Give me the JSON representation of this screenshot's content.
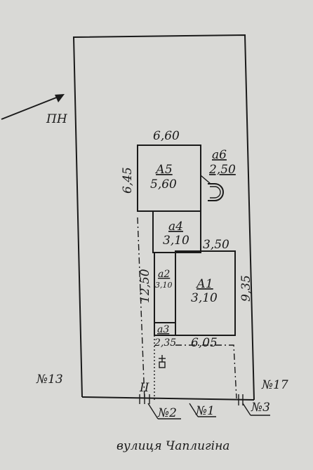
{
  "north_label": "ПН",
  "street_name": "вулиця Чаплигіна",
  "neighbors": {
    "left": "№13",
    "right": "№17",
    "bottom_a": "№2",
    "bottom_b": "№1",
    "bottom_c": "№3"
  },
  "gate_label": "II",
  "buildings": {
    "A5": {
      "name": "А5",
      "value": "5,60",
      "width": "6,60",
      "height": "6,45"
    },
    "a6": {
      "name": "а6",
      "value": "2,50"
    },
    "a4": {
      "name": "а4",
      "value": "3,10"
    },
    "a2": {
      "name": "а2",
      "value": "3,10"
    },
    "a3": {
      "name": "а3"
    },
    "A1": {
      "name": "А1",
      "value": "3,10"
    }
  },
  "dimensions": {
    "top_right": "3,50",
    "right_height": "9,35",
    "left_height": "12,50",
    "bottom_left": "2,35",
    "bottom_right": "6,05"
  }
}
